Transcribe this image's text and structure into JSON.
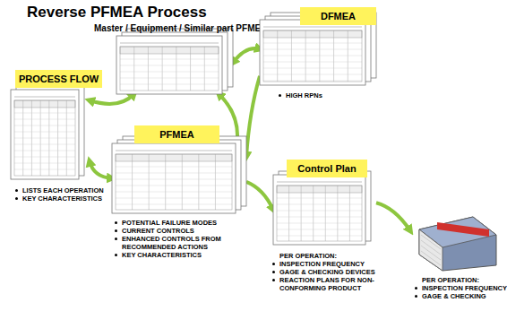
{
  "diagram": {
    "title": "Reverse PFMEA Process",
    "nodes": [
      {
        "text": [
          "Master / Equipment / Similar part PFMEA"
        ]
      },
      {
        "text": [
          "DFMEA",
          "HIGH RPNs"
        ]
      },
      {
        "text": [
          "PROCESS FLOW",
          "LISTS EACH OPERATION",
          "KEY CHARACTERISTICS"
        ]
      },
      {
        "text": [
          "PFMEA",
          "POTENTIAL FAILURE MODES",
          "CURRENT CONTROLS",
          "ENHANCED CONTROLS FROM RECOMMENDED ACTIONS",
          "KEY CHARACTERISTICS"
        ]
      },
      {
        "text": [
          "Control Plan",
          "PER OPERATION:",
          "INSPECTION FREQUENCY",
          "GAGE & CHECKING DEVICES",
          "REACTION PLANS FOR NON-CONFORMING PRODUCT"
        ]
      },
      {
        "text": [
          "PER OPERATION:",
          "INSPECTION FREQUENCY",
          "GAGE & CHECKING"
        ]
      }
    ],
    "edges": [
      {
        "from": 0,
        "to": 1,
        "arrow": "both"
      },
      {
        "from": 2,
        "to": 0,
        "arrow": "both"
      },
      {
        "from": 0,
        "to": 3,
        "arrow": "both"
      },
      {
        "from": 3,
        "to": 2,
        "arrow": "both"
      },
      {
        "from": 1,
        "to": 3,
        "arrow": "to"
      },
      {
        "from": 3,
        "to": 4,
        "arrow": "to"
      },
      {
        "from": 4,
        "to": 5,
        "arrow": "to"
      }
    ]
  }
}
